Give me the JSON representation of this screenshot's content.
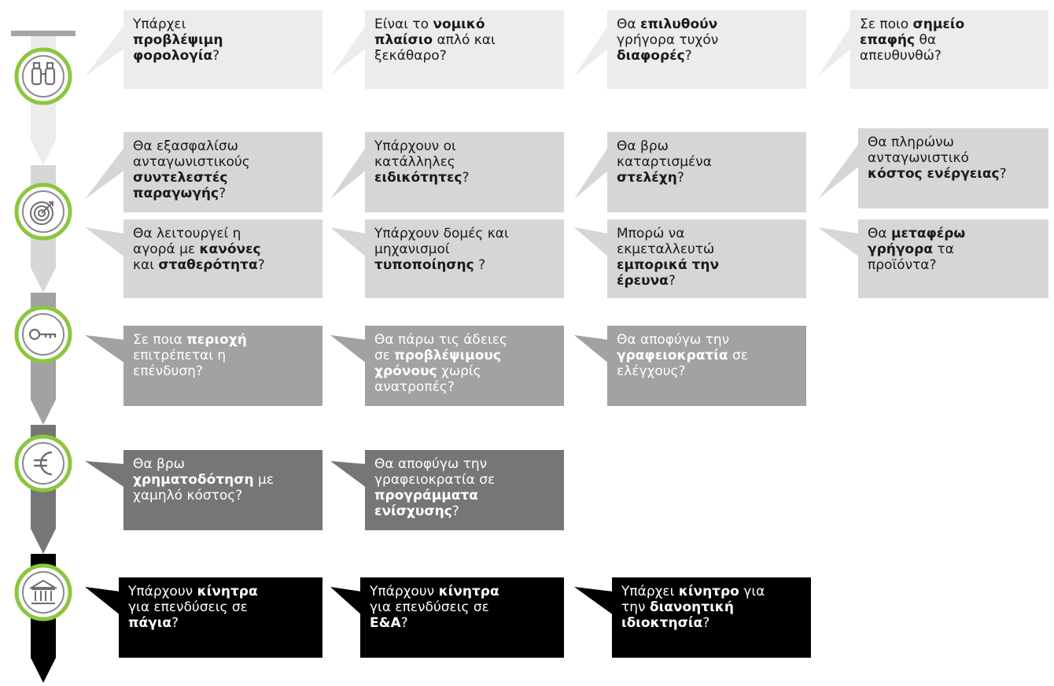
{
  "colors": {
    "light": "#ececec",
    "mid": "#d6d6d6",
    "grey": "#a2a2a2",
    "dark": "#767676",
    "black": "#000000",
    "accent": "#8cc63f"
  },
  "stages": [
    {
      "icon": "binoculars-icon",
      "name": "stage-binoculars"
    },
    {
      "icon": "target-icon",
      "name": "stage-target"
    },
    {
      "icon": "key-icon",
      "name": "stage-key"
    },
    {
      "icon": "euro-icon",
      "name": "stage-euro"
    },
    {
      "icon": "bank-icon",
      "name": "stage-bank"
    }
  ],
  "questions": [
    {
      "tone": "light",
      "parts": [
        {
          "t": "Υπάρχει\n"
        },
        {
          "t": "προβλέψιμη\nφορολογία",
          "b": true
        },
        {
          "t": "?"
        }
      ]
    },
    {
      "tone": "light",
      "parts": [
        {
          "t": "Είναι το "
        },
        {
          "t": "νομικό\nπλαίσιο",
          "b": true
        },
        {
          "t": " απλό και\nξεκάθαρο?"
        }
      ]
    },
    {
      "tone": "light",
      "parts": [
        {
          "t": "Θα "
        },
        {
          "t": "επιλυθούν",
          "b": true
        },
        {
          "t": "\nγρήγορα τυχόν\n"
        },
        {
          "t": "διαφορές",
          "b": true
        },
        {
          "t": "?"
        }
      ]
    },
    {
      "tone": "light",
      "parts": [
        {
          "t": "Σε ποιο "
        },
        {
          "t": "σημείο\nεπαφής",
          "b": true
        },
        {
          "t": " θα\nαπευθυνθώ?"
        }
      ]
    },
    {
      "tone": "mid",
      "parts": [
        {
          "t": "Θα εξασφαλίσω\nανταγωνιστικούς\n"
        },
        {
          "t": "συντελεστές\nπαραγωγής",
          "b": true
        },
        {
          "t": "?"
        }
      ]
    },
    {
      "tone": "mid",
      "parts": [
        {
          "t": "Υπάρχουν οι\nκατάλληλες\n"
        },
        {
          "t": "ειδικότητες",
          "b": true
        },
        {
          "t": "?"
        }
      ]
    },
    {
      "tone": "mid",
      "parts": [
        {
          "t": "Θα βρω\nκαταρτισμένα\n"
        },
        {
          "t": "στελέχη",
          "b": true
        },
        {
          "t": "?"
        }
      ]
    },
    {
      "tone": "mid",
      "parts": [
        {
          "t": "Θα πληρώνω\nανταγωνιστικό\n"
        },
        {
          "t": "κόστος ενέργειας",
          "b": true
        },
        {
          "t": "?"
        }
      ]
    },
    {
      "tone": "mid",
      "parts": [
        {
          "t": "Θα λειτουργεί η\nαγορά με "
        },
        {
          "t": "κανόνες",
          "b": true
        },
        {
          "t": "\nκαι "
        },
        {
          "t": "σταθερότητα",
          "b": true
        },
        {
          "t": "?"
        }
      ]
    },
    {
      "tone": "mid",
      "parts": [
        {
          "t": "Υπάρχουν δομές και\nμηχανισμοί\n"
        },
        {
          "t": "τυποποίησης",
          "b": true
        },
        {
          "t": " ?"
        }
      ]
    },
    {
      "tone": "mid",
      "parts": [
        {
          "t": "Μπορώ να\nεκμεταλλευτώ\n"
        },
        {
          "t": "εμπορικά την\nέρευνα",
          "b": true
        },
        {
          "t": "?"
        }
      ]
    },
    {
      "tone": "mid",
      "parts": [
        {
          "t": "Θα "
        },
        {
          "t": "μεταφέρω\nγρήγορα",
          "b": true
        },
        {
          "t": " τα\nπροϊόντα?"
        }
      ]
    },
    {
      "tone": "grey",
      "parts": [
        {
          "t": "Σε ποια "
        },
        {
          "t": "περιοχή",
          "b": true
        },
        {
          "t": "\nεπιτρέπεται η\nεπένδυση?"
        }
      ]
    },
    {
      "tone": "grey",
      "parts": [
        {
          "t": "Θα πάρω τις άδειες\nσε "
        },
        {
          "t": "προβλέψιμους\nχρόνους",
          "b": true
        },
        {
          "t": " χωρίς\nανατροπές?"
        }
      ]
    },
    {
      "tone": "grey",
      "parts": [
        {
          "t": "Θα αποφύγω την\n"
        },
        {
          "t": "γραφειοκρατία",
          "b": true
        },
        {
          "t": " σε\nελέγχους?"
        }
      ]
    },
    {
      "tone": "dark",
      "parts": [
        {
          "t": "Θα βρω\n"
        },
        {
          "t": "χρηματοδότηση",
          "b": true
        },
        {
          "t": " με\nχαμηλό κόστος?"
        }
      ]
    },
    {
      "tone": "dark",
      "parts": [
        {
          "t": "Θα αποφύγω την\nγραφειοκρατία σε\n"
        },
        {
          "t": "προγράμματα\nενίσχυσης",
          "b": true
        },
        {
          "t": "?"
        }
      ]
    },
    {
      "tone": "black",
      "parts": [
        {
          "t": "Υπάρχουν "
        },
        {
          "t": "κίνητρα",
          "b": true
        },
        {
          "t": "\nγια επενδύσεις σε\n"
        },
        {
          "t": "πάγια",
          "b": true
        },
        {
          "t": "?"
        }
      ]
    },
    {
      "tone": "black",
      "parts": [
        {
          "t": "Υπάρχουν "
        },
        {
          "t": "κίνητρα",
          "b": true
        },
        {
          "t": "\nγια επενδύσεις σε\n"
        },
        {
          "t": "Ε&Α",
          "b": true
        },
        {
          "t": "?"
        }
      ]
    },
    {
      "tone": "black",
      "parts": [
        {
          "t": "Υπάρχει "
        },
        {
          "t": "κίνητρο",
          "b": true
        },
        {
          "t": " για\nτην "
        },
        {
          "t": "διανοητική\nιδιοκτησία",
          "b": true
        },
        {
          "t": "?"
        }
      ]
    }
  ]
}
